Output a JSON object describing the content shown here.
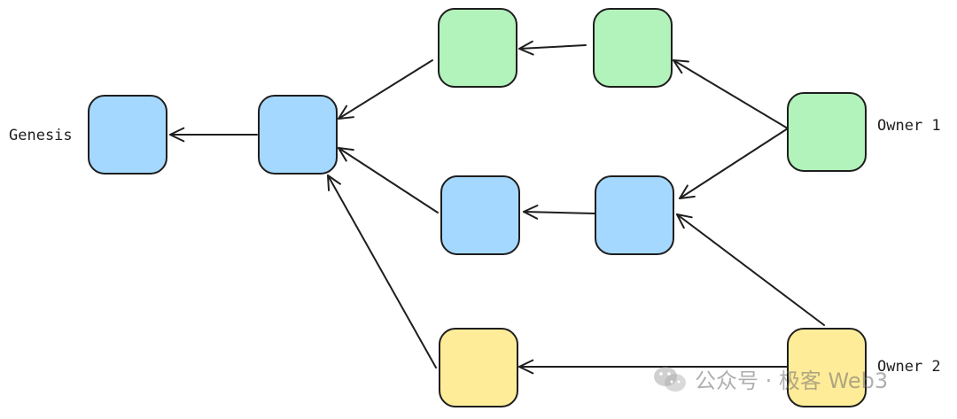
{
  "labels": {
    "genesis": "Genesis",
    "owner1": "Owner 1",
    "owner2": "Owner 2"
  },
  "watermark": {
    "text": "公众号 · 极客 Web3",
    "icon": "wechat-icon"
  },
  "colors": {
    "blue_fill": "#a5d8ff",
    "green_fill": "#b2f2bb",
    "yellow_fill": "#ffec99",
    "stroke": "#1e1e1e"
  },
  "diagram": {
    "nodes": [
      {
        "id": "genesis",
        "color": "blue"
      },
      {
        "id": "blue-1",
        "color": "blue"
      },
      {
        "id": "green-1",
        "color": "green"
      },
      {
        "id": "green-2",
        "color": "green"
      },
      {
        "id": "owner1",
        "color": "green"
      },
      {
        "id": "blue-2",
        "color": "blue"
      },
      {
        "id": "blue-3",
        "color": "blue"
      },
      {
        "id": "yellow-1",
        "color": "yellow"
      },
      {
        "id": "owner2",
        "color": "yellow"
      }
    ],
    "edges": [
      {
        "from": "blue-1",
        "to": "genesis"
      },
      {
        "from": "green-1",
        "to": "blue-1"
      },
      {
        "from": "green-2",
        "to": "green-1"
      },
      {
        "from": "owner1",
        "to": "green-2"
      },
      {
        "from": "owner1",
        "to": "blue-3"
      },
      {
        "from": "blue-2",
        "to": "blue-1"
      },
      {
        "from": "blue-3",
        "to": "blue-2"
      },
      {
        "from": "owner2",
        "to": "blue-3"
      },
      {
        "from": "owner2",
        "to": "yellow-1"
      },
      {
        "from": "yellow-1",
        "to": "blue-1"
      }
    ]
  }
}
